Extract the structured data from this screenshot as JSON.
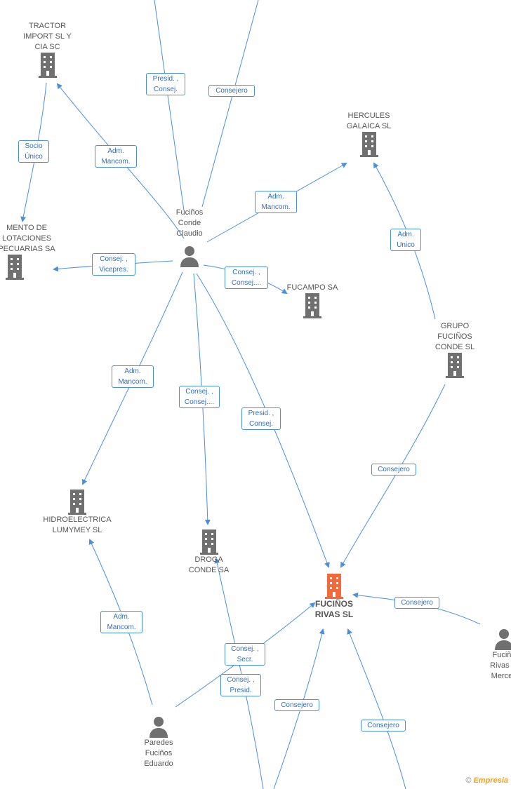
{
  "colors": {
    "edge": "#4a8fdc",
    "node_gray": "#707070",
    "focus": "#f26a3b"
  },
  "nodes": {
    "tractor": {
      "label": "TRACTOR\nIMPORT SL Y\nCIA SC",
      "icon": "building-icon"
    },
    "hercules": {
      "label": "HERCULES\nGALAICA  SL",
      "icon": "building-icon"
    },
    "mento": {
      "label": "MENTO DE\nLOTACIONES\nPECUARIAS SA",
      "icon": "building-icon"
    },
    "fucampo": {
      "label": "FUCAMPO SA",
      "icon": "building-icon"
    },
    "grupo": {
      "label": "GRUPO\nFUCIÑOS\nCONDE  SL",
      "icon": "building-icon"
    },
    "hidro": {
      "label": "HIDROELECTRICA\nLUMYMEY  SL",
      "icon": "building-icon"
    },
    "droga": {
      "label": "DROGA\nCONDE SA",
      "icon": "building-icon"
    },
    "fucinos_rivas": {
      "label": "FUCIÑOS\nRIVAS SL",
      "icon": "building-icon"
    },
    "claudio": {
      "label": "Fuciños\nConde\nClaudio",
      "icon": "person-icon"
    },
    "eduardo": {
      "label": "Paredes\nFuciños\nEduardo",
      "icon": "person-icon"
    },
    "merce": {
      "label": "Fuciño\nRivas M\nMerced",
      "icon": "person-icon"
    }
  },
  "relations": {
    "presid_consej_top": "Presid. ,\nConsej.",
    "consejero_top": "Consejero",
    "socio_unico": "Socio\nÚnico",
    "adm_mancom_tractor": "Adm.\nMancom.",
    "adm_mancom_hercules": "Adm.\nMancom.",
    "adm_unico": "Adm.\nUnico",
    "consej_vicepres": "Consej. ,\nVicepres.",
    "consej_fucampo": "Consej. ,\nConsej....",
    "adm_mancom_hidro": "Adm.\nMancom.",
    "consej_droga": "Consej. ,\nConsej....",
    "presid_consej_fr": "Presid. ,\nConsej.",
    "consejero_grupo": "Consejero",
    "consejero_merce": "Consejero",
    "adm_mancom_eduardo": "Adm.\nMancom.",
    "consej_secr": "Consej. ,\nSecr.",
    "consej_presid": "Consej. ,\nPresid.",
    "consejero_b1": "Consejero",
    "consejero_b2": "Consejero"
  },
  "brand": {
    "copyright": "©",
    "name": "Empresia"
  }
}
